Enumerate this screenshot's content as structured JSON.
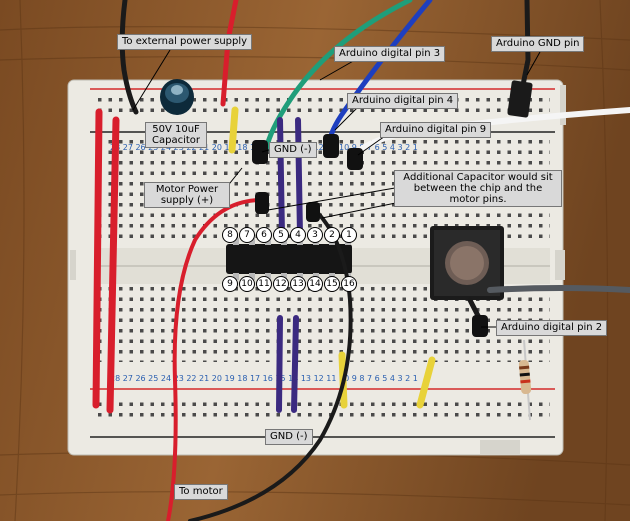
{
  "labels": {
    "external_power": "To external power supply",
    "arduino_pin3": "Arduino digital pin 3",
    "arduino_gnd": "Arduino GND pin",
    "arduino_pin4": "Arduino digital pin 4",
    "capacitor": "50V 10uF Capacitor",
    "gnd_top": "GND (-)",
    "arduino_pin9": "Arduino digital pin 9",
    "motor_power": "Motor Power supply (+)",
    "additional_capacitor": "Additional Capacitor would sit between the chip and the motor pins.",
    "arduino_pin2": "Arduino digital pin 2",
    "gnd_bottom": "GND (-)",
    "to_motor": "To motor"
  },
  "chip_pins_top": [
    "8",
    "7",
    "6",
    "5",
    "4",
    "3",
    "2",
    "1"
  ],
  "chip_pins_bottom": [
    "9",
    "10",
    "11",
    "12",
    "13",
    "14",
    "15",
    "16"
  ],
  "colors": {
    "table": "#8a5a2b",
    "board": "#efeee8",
    "wire_red": "#d81e2c",
    "wire_green": "#1f9e7a",
    "wire_blue": "#1e3fbf",
    "wire_purple": "#3b2a80",
    "wire_black": "#1a1a1a",
    "wire_yellow": "#e8d23a",
    "wire_white": "#f5f5f5",
    "chip": "#151515"
  }
}
